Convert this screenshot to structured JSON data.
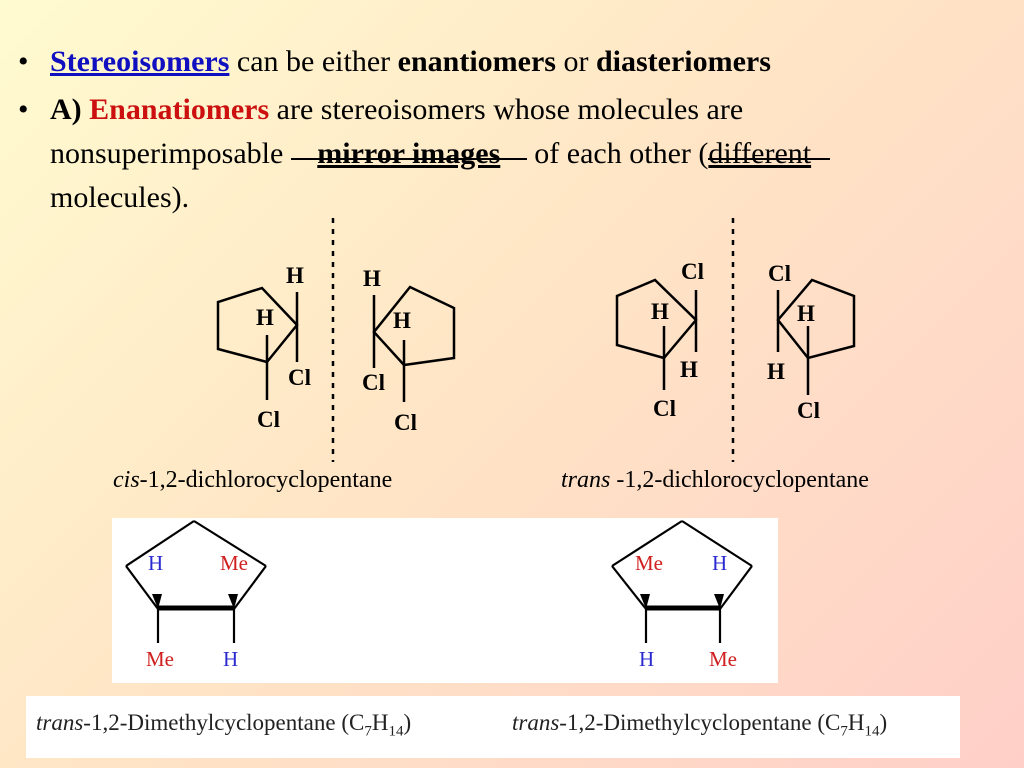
{
  "bullets": {
    "b1": {
      "bullet": "•",
      "term": "Stereoisomers",
      "t1": " can be either ",
      "enantiomers": "enantiomers",
      "or": " or ",
      "diastereomers": "diasteriomers"
    },
    "b2": {
      "bullet": "•",
      "label": "A)",
      "term": "Enanatiomers",
      "t1": " are stereoisomers whose molecules are",
      "t2": "nonsuperimposable ",
      "mirror": "mirror images",
      "t3": " of each other (",
      "different": "different",
      "t4": "molecules)."
    }
  },
  "structures": {
    "cis_left": {
      "h_top": "H",
      "h_mid": "H",
      "cl_right": "Cl",
      "cl_bottom": "Cl"
    },
    "cis_right": {
      "h_top": "H",
      "h_mid": "H",
      "cl_left": "Cl",
      "cl_bottom": "Cl"
    },
    "trans_left": {
      "cl_top": "Cl",
      "h_mid": "H",
      "h_low": "H",
      "cl_bottom": "Cl"
    },
    "trans_right": {
      "cl_top": "Cl",
      "h_mid": "H",
      "h_low": "H",
      "cl_bottom": "Cl"
    }
  },
  "captions": {
    "cis_italic": "cis",
    "cis_rest": "-1,2-dichlorocyclopentane",
    "trans_italic": "trans",
    "trans_rest": " -1,2-dichlorocyclopentane"
  },
  "dimethyl": {
    "left": {
      "h_top": "H",
      "me_top": "Me",
      "me_bottom": "Me",
      "h_bottom": "H"
    },
    "right": {
      "me_top": "Me",
      "h_top": "H",
      "h_bottom": "H",
      "me_bottom": "Me"
    },
    "cap_italic": "trans",
    "cap_rest": "-1,2-Dimethylcyclopentane (C",
    "sub7": "7",
    "h": "H",
    "sub14": "14",
    "close": ")"
  },
  "colors": {
    "blue_label": "#2a2ad0",
    "red_label": "#d02020",
    "term_blue": "#1010c0",
    "term_red": "#cc1010"
  }
}
